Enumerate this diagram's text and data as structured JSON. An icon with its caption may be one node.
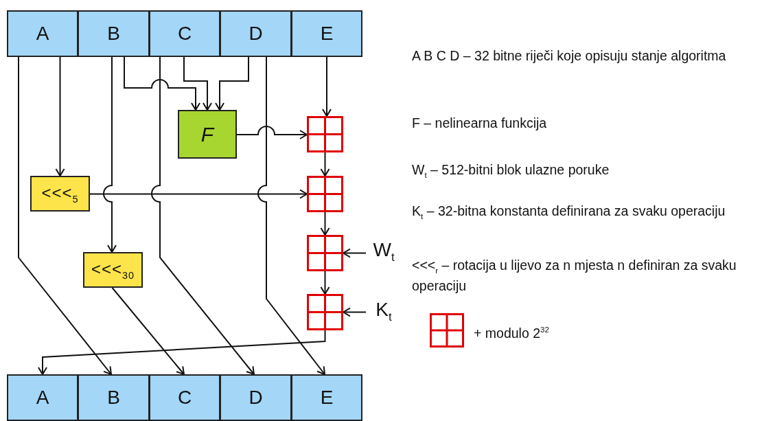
{
  "diagram": {
    "nodes": [
      {
        "text": [
          "A"
        ]
      },
      {
        "text": [
          "B"
        ]
      },
      {
        "text": [
          "C"
        ]
      },
      {
        "text": [
          "D"
        ]
      },
      {
        "text": [
          "E"
        ]
      },
      {
        "text": [
          "F"
        ]
      },
      {
        "text": [
          "<<<$_{5}$"
        ]
      },
      {
        "text": [
          "<<<$_{30}$"
        ]
      },
      {
        "text": [],
        "shape": "box"
      },
      {
        "text": [],
        "shape": "box"
      },
      {
        "text": [],
        "shape": "box"
      },
      {
        "text": [],
        "shape": "box"
      },
      {
        "text": [
          "W$_{t}$"
        ]
      },
      {
        "text": [
          "K$_{t}$"
        ]
      },
      {
        "text": [
          "A"
        ]
      },
      {
        "text": [
          "B"
        ]
      },
      {
        "text": [
          "C"
        ]
      },
      {
        "text": [
          "D"
        ]
      },
      {
        "text": [
          "E"
        ]
      }
    ],
    "edges": [
      {
        "from": 0,
        "to": 15,
        "arrow": "to"
      },
      {
        "from": 0,
        "to": 6,
        "arrow": "to"
      },
      {
        "from": 1,
        "to": 7,
        "arrow": "to"
      },
      {
        "from": 1,
        "to": 5,
        "arrow": "to"
      },
      {
        "from": 2,
        "to": 5,
        "arrow": "to"
      },
      {
        "from": 3,
        "to": 5,
        "arrow": "to"
      },
      {
        "from": 2,
        "to": 17,
        "arrow": "to"
      },
      {
        "from": 3,
        "to": 18,
        "arrow": "to"
      },
      {
        "from": 4,
        "to": 8,
        "arrow": "to"
      },
      {
        "from": 5,
        "to": 8,
        "arrow": "to"
      },
      {
        "from": 8,
        "to": 9,
        "arrow": "to"
      },
      {
        "from": 6,
        "to": 9,
        "arrow": "to"
      },
      {
        "from": 9,
        "to": 10,
        "arrow": "to"
      },
      {
        "from": 12,
        "to": 10,
        "arrow": "to"
      },
      {
        "from": 10,
        "to": 11,
        "arrow": "to"
      },
      {
        "from": 13,
        "to": 11,
        "arrow": "to"
      },
      {
        "from": 11,
        "to": 14,
        "arrow": "to"
      },
      {
        "from": 7,
        "to": 16,
        "arrow": "to"
      }
    ],
    "labels": [
      "A B C D – 32 bitne riječi koje opisuju stanje algoritma",
      "F – nelinearna funkcija",
      "W$_{t}$ – 512-bitni blok ulazne poruke",
      "K$_{t}$ – 32-bitna konstanta definirana za svaku operaciju",
      "<<<$_{r}$ – rotacija u lijevo za n mjesta n definiran za svaku operaciju"
    ],
    "legend": [
      {
        "text": "+ modulo 2$^{32}$"
      }
    ]
  }
}
